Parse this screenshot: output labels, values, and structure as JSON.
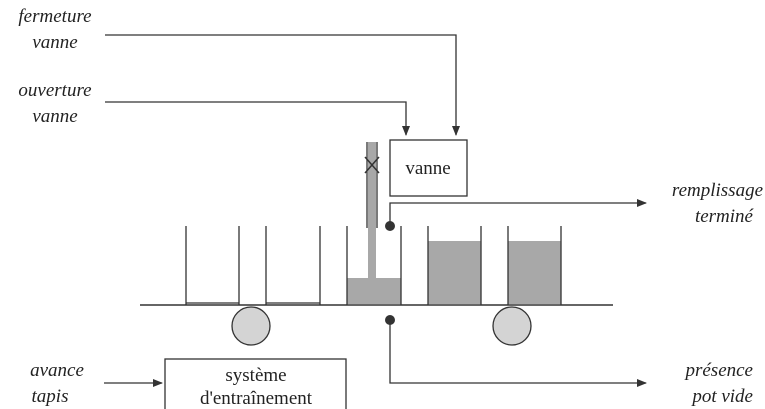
{
  "labels": {
    "valve_close": [
      "fermeture",
      "vanne"
    ],
    "valve_open": [
      "ouverture",
      "vanne"
    ],
    "fill_done": [
      "remplissage",
      "terminé"
    ],
    "empty_pot": [
      "présence",
      "pot vide"
    ],
    "belt_advance": [
      "avance",
      "tapis"
    ]
  },
  "valve_box": {
    "label": "vanne"
  },
  "drive_box": {
    "label": [
      "système",
      "d'entraînement"
    ]
  },
  "colors": {
    "line": "#333333",
    "liquid": "#a8a8a8",
    "roller_fill": "#d4d4d4",
    "sensor": "#333333"
  }
}
